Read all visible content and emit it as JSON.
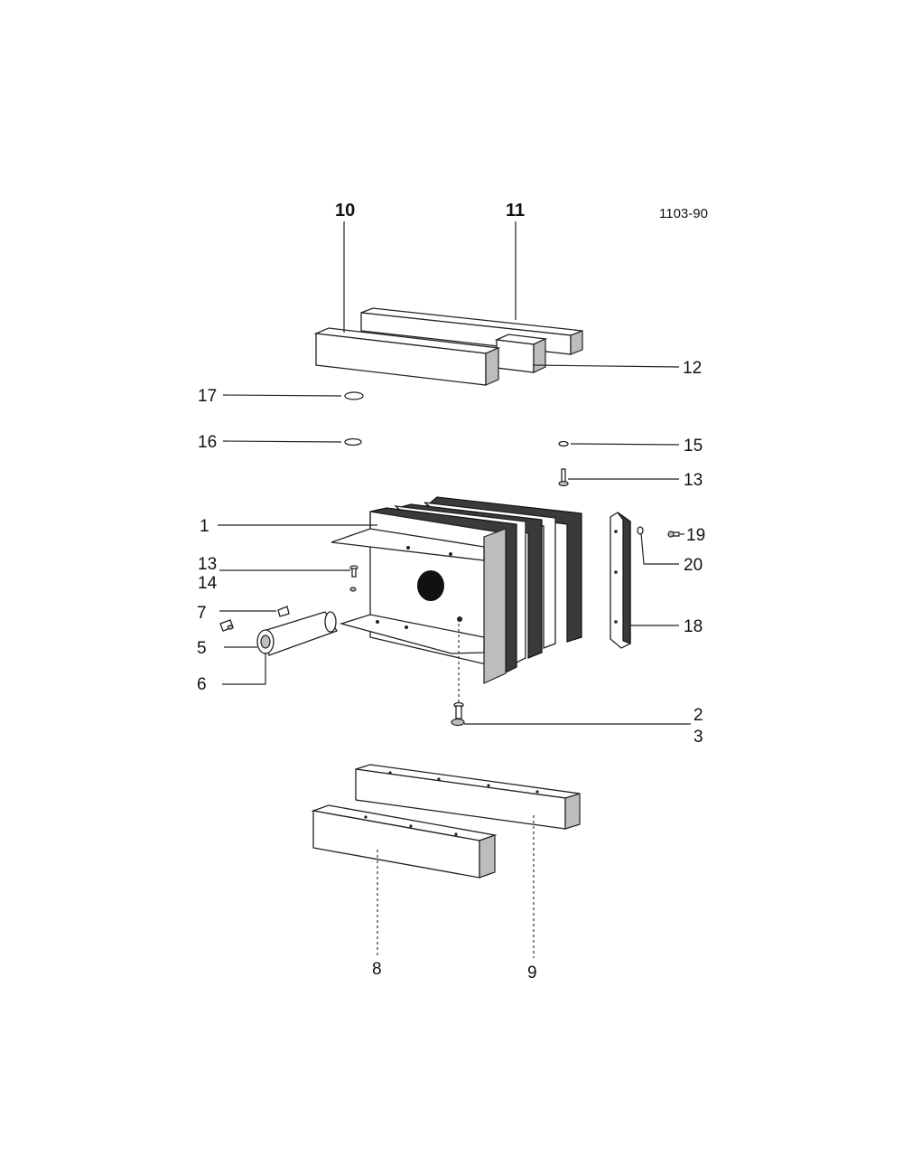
{
  "drawing_number": "1103-90",
  "callouts": {
    "c1": "1",
    "c2": "2",
    "c3": "3",
    "c5": "5",
    "c6": "6",
    "c7": "7",
    "c8": "8",
    "c9": "9",
    "c10": "10",
    "c11": "11",
    "c12": "12",
    "c13a": "13",
    "c13b": "13",
    "c14": "14",
    "c15": "15",
    "c16": "16",
    "c17": "17",
    "c18": "18",
    "c19": "19",
    "c20": "20"
  },
  "colors": {
    "ink": "#222222",
    "shade": "#bdbdbd",
    "dark": "#3a3a3a",
    "paper": "#ffffff"
  }
}
